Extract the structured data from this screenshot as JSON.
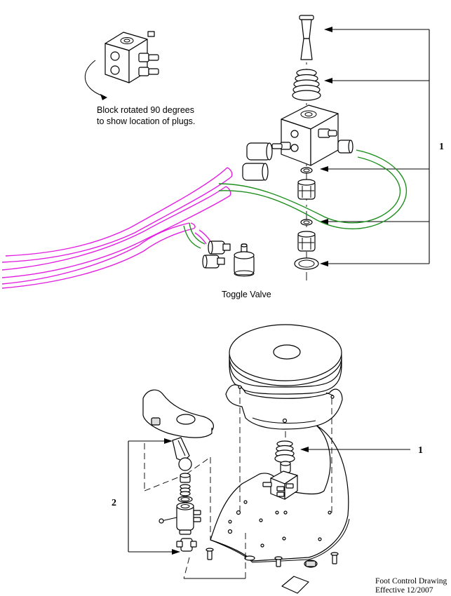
{
  "labels": {
    "block_note_line1": "Block rotated 90 degrees",
    "block_note_line2": "to show location of plugs.",
    "toggle_valve": "Toggle Valve",
    "callout_top": "1",
    "callout_bottom_right": "1",
    "callout_bottom_left": "2",
    "footer_line1": "Foot Control Drawing",
    "footer_line2": "Effective 12/2007"
  },
  "colors": {
    "pink_tube": "#e21ee0",
    "green_tube": "#1f8f1f",
    "line": "#000000"
  }
}
